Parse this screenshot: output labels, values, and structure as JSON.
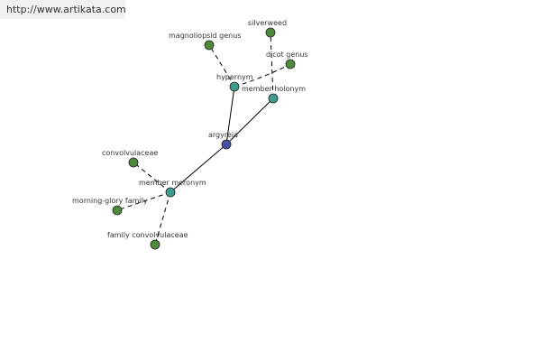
{
  "watermark": {
    "url": "http://www.artikata.com"
  },
  "colors": {
    "center": "#4450a0",
    "relation": "#3d9a8c",
    "leaf": "#4f8a3c",
    "edge": "#000000",
    "label": "#333333",
    "watermark_bg": "#f0f0f0"
  },
  "graph": {
    "center": {
      "id": "argyreia",
      "label": "argyreia"
    },
    "relations": [
      {
        "id": "hypernym",
        "label": "hypernym"
      },
      {
        "id": "member_holonym",
        "label": "member holonym"
      },
      {
        "id": "member_meronym",
        "label": "member meronym"
      }
    ],
    "leaves": [
      {
        "id": "magnoliopsid_genus",
        "label": "magnoliopsid genus",
        "parent": "hypernym"
      },
      {
        "id": "silverweed",
        "label": "silverweed",
        "parent": "member_holonym"
      },
      {
        "id": "dicot_genus",
        "label": "dicot genus",
        "parent": "hypernym"
      },
      {
        "id": "convolvulaceae",
        "label": "convolvulaceae",
        "parent": "member_meronym"
      },
      {
        "id": "morning_glory_family",
        "label": "morning-glory family",
        "parent": "member_meronym"
      },
      {
        "id": "family_convolvulaceae",
        "label": "family convolvulaceae",
        "parent": "member_meronym"
      }
    ]
  }
}
